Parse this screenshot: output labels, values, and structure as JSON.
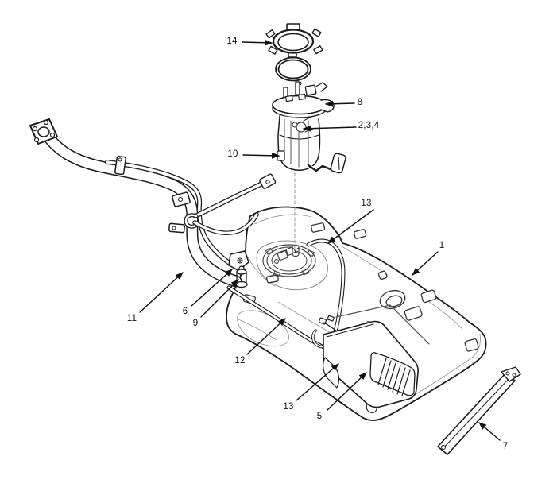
{
  "colors": {
    "background": "#ffffff",
    "line": "#1c1c1c",
    "light_line": "#9b9b9b"
  },
  "callouts": [
    {
      "id": "14",
      "label": "14"
    },
    {
      "id": "8",
      "label": "8"
    },
    {
      "id": "2-3-4",
      "label": "2,3,4"
    },
    {
      "id": "10",
      "label": "10"
    },
    {
      "id": "13-top",
      "label": "13"
    },
    {
      "id": "1",
      "label": "1"
    },
    {
      "id": "11",
      "label": "11"
    },
    {
      "id": "6",
      "label": "6"
    },
    {
      "id": "9",
      "label": "9"
    },
    {
      "id": "12",
      "label": "12"
    },
    {
      "id": "13-bottom",
      "label": "13"
    },
    {
      "id": "5",
      "label": "5"
    },
    {
      "id": "7",
      "label": "7"
    }
  ]
}
